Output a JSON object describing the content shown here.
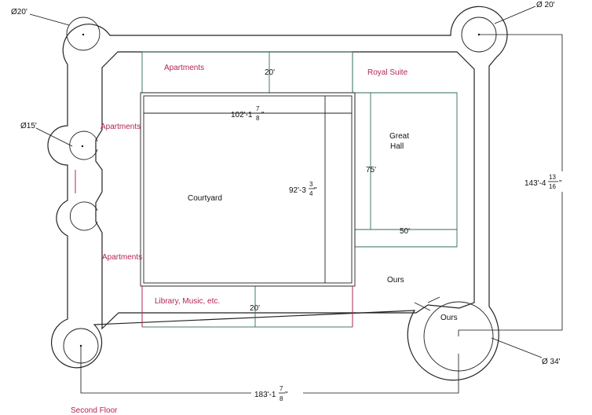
{
  "rooms": {
    "apartments_top": "Apartments",
    "apartments_left_upper": "Apartments",
    "apartments_left_lower": "Apartments",
    "royal_suite": "Royal Suite",
    "great_hall_line1": "Great",
    "great_hall_line2": "Hall",
    "courtyard": "Courtyard",
    "library": "Library, Music, etc.",
    "ours_room": "Ours",
    "ours_tower": "Ours"
  },
  "dimensions": {
    "apartments_depth": "20'",
    "library_depth": "20'",
    "courtyard_width_whole": "102'-1",
    "courtyard_width_num": "7",
    "courtyard_width_den": "8",
    "courtyard_depth_whole": "92'-3",
    "courtyard_depth_num": "3",
    "courtyard_depth_den": "4",
    "great_hall_length": "75'",
    "great_hall_width": "50'",
    "overall_height_whole": "143'-4",
    "overall_height_num": "13",
    "overall_height_den": "16",
    "overall_width_whole": "183'-1",
    "overall_width_num": "7",
    "overall_width_den": "8"
  },
  "towers": {
    "top_left_diameter": "Ø20'",
    "top_right_diameter": "Ø 20'",
    "left_diameter": "Ø15'",
    "bottom_right_diameter": "Ø 34'"
  },
  "floor_label": "Second Floor",
  "colors": {
    "wall": "#222222",
    "room_line": "#2e6d5c",
    "accent_label": "#b0245a"
  }
}
